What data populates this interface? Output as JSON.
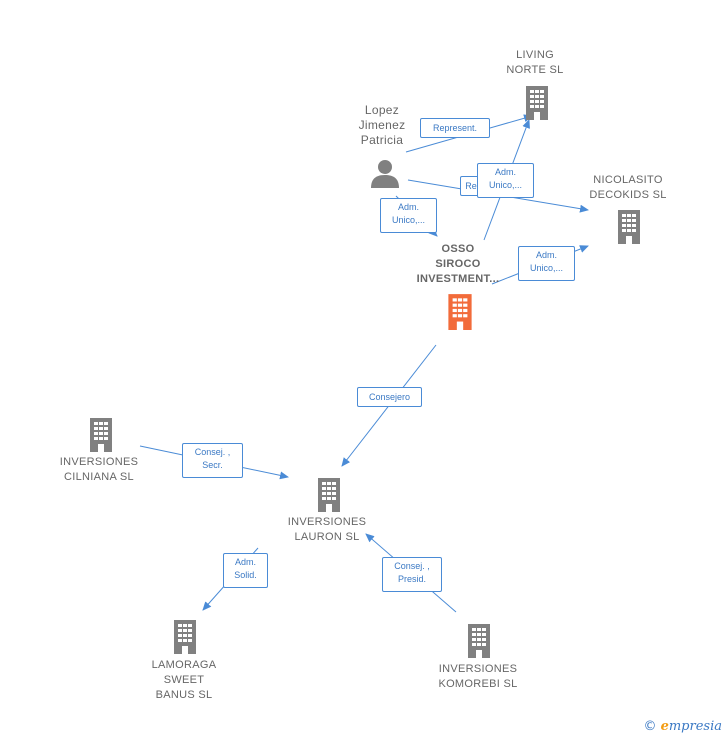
{
  "nodes": {
    "living_norte": {
      "label": "LIVING\nNORTE  SL",
      "type": "company"
    },
    "lopez": {
      "label": "Lopez\nJimenez\nPatricia",
      "type": "person"
    },
    "nicolasito": {
      "label": "NICOLASITO\nDECOKIDS  SL",
      "type": "company"
    },
    "osso": {
      "label": "OSSO\nSIROCO\nINVESTMENT...",
      "type": "company-focus"
    },
    "cilniana": {
      "label": "INVERSIONES\nCILNIANA  SL",
      "type": "company"
    },
    "lauron": {
      "label": "INVERSIONES\nLAURON SL",
      "type": "company"
    },
    "lamoraga": {
      "label": "LAMORAGA\nSWEET\nBANUS SL",
      "type": "company"
    },
    "komorebi": {
      "label": "INVERSIONES\nKOMOREBI  SL",
      "type": "company"
    }
  },
  "edges": {
    "represent": "Represent.",
    "re_partial": "Re",
    "adm_unico_1": "Adm.\nUnico,...",
    "adm_unico_2": "Adm.\nUnico,...",
    "adm_unico_3": "Adm.\nUnico,...",
    "consejero": "Consejero",
    "consej_secr": "Consej. ,\nSecr.",
    "adm_solid": "Adm.\nSolid.",
    "consej_presid": "Consej. ,\nPresid."
  },
  "colors": {
    "company": "#808080",
    "focus": "#f26b3a",
    "edge": "#4a8bd6"
  },
  "footer": {
    "copyright": "©",
    "brand_initial": "e",
    "brand_rest": "mpresia"
  }
}
